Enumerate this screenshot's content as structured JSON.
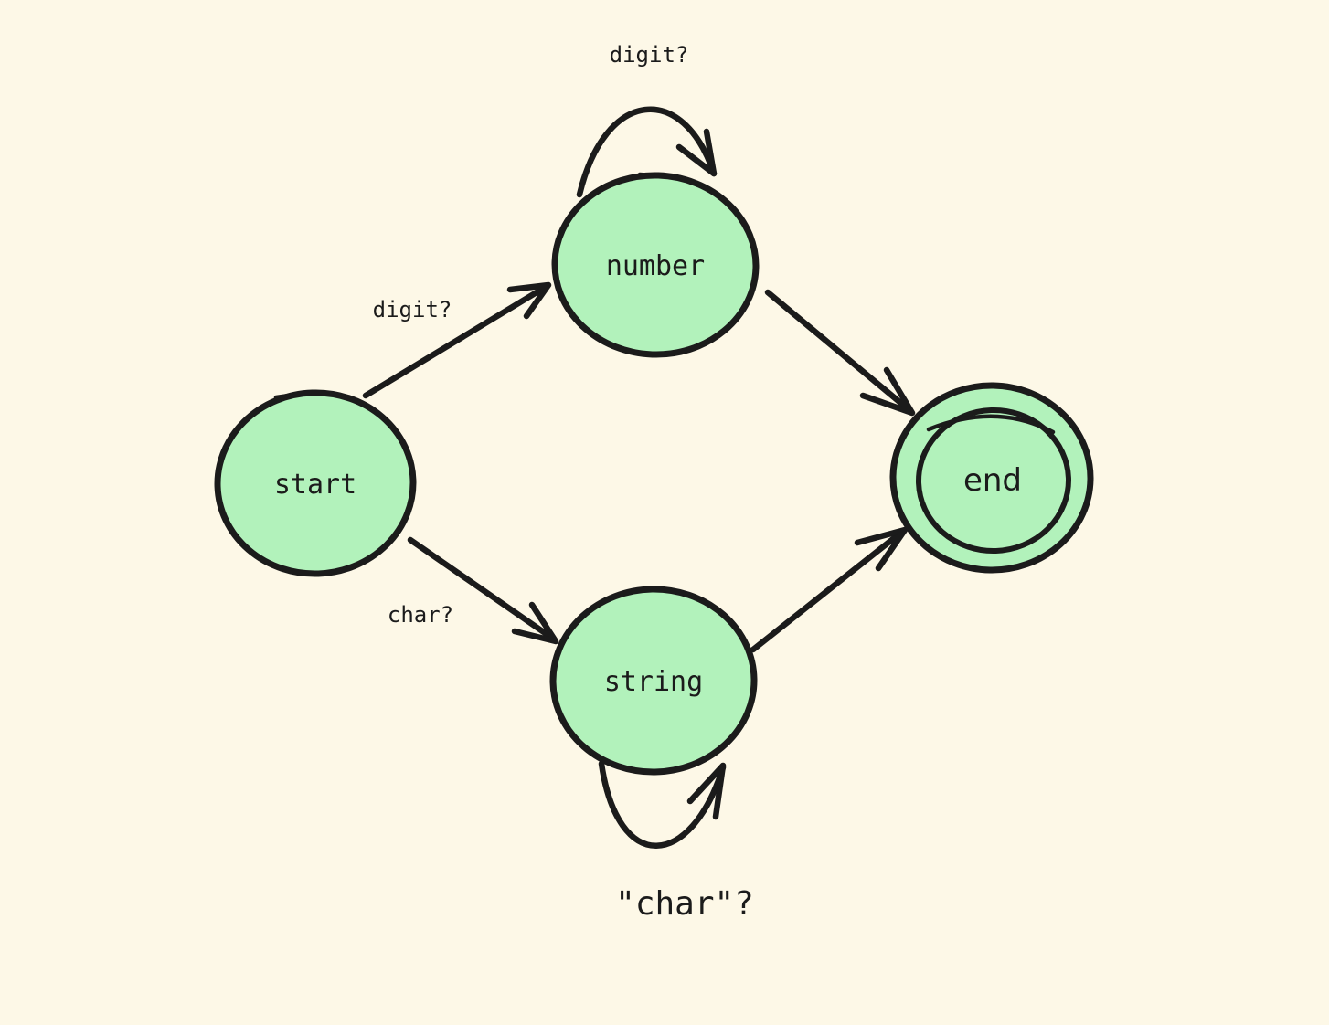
{
  "diagram": {
    "type": "state-machine",
    "colors": {
      "background": "#FDF8E7",
      "node_fill": "#B2F2BB",
      "stroke_color": "#1B1B1B",
      "text_color": "#1B1B1B"
    },
    "nodes": [
      {
        "id": "start",
        "label": "start",
        "shape": "circle",
        "accepting": false
      },
      {
        "id": "number",
        "label": "number",
        "shape": "circle",
        "accepting": false
      },
      {
        "id": "string",
        "label": "string",
        "shape": "circle",
        "accepting": false
      },
      {
        "id": "end",
        "label": "end",
        "shape": "double-circle",
        "accepting": true
      }
    ],
    "edges": [
      {
        "from": "start",
        "to": "number",
        "label": "digit?",
        "self_loop": false
      },
      {
        "from": "start",
        "to": "string",
        "label": "char?",
        "self_loop": false
      },
      {
        "from": "number",
        "to": "number",
        "label": "digit?",
        "self_loop": true
      },
      {
        "from": "string",
        "to": "string",
        "label": "\"char\"?",
        "self_loop": true
      },
      {
        "from": "number",
        "to": "end",
        "label": "",
        "self_loop": false
      },
      {
        "from": "string",
        "to": "end",
        "label": "",
        "self_loop": false
      }
    ]
  }
}
